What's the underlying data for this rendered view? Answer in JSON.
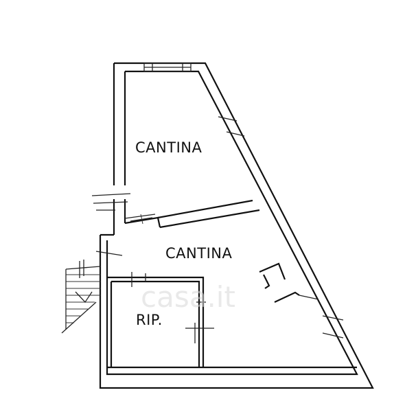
{
  "rooms": {
    "upper_cellar": "CANTINA",
    "lower_cellar": "CANTINA",
    "storage": "RIP."
  },
  "watermark": "casa.it",
  "colors": {
    "line": "#111111",
    "background": "#ffffff",
    "watermark": "#d8d8d8"
  }
}
